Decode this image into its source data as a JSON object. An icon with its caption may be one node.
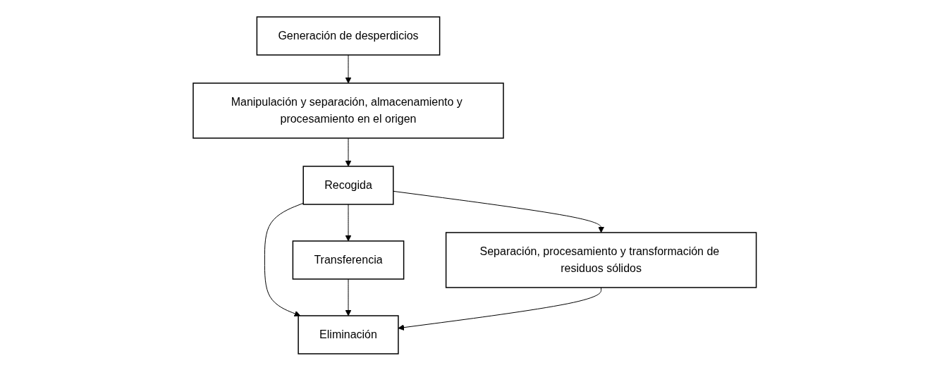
{
  "diagram": {
    "nodes": [
      {
        "text": [
          "Generación de desperdicios"
        ]
      },
      {
        "text": [
          "Manipulación y separación, almacenamiento y procesamiento en el origen"
        ]
      },
      {
        "text": [
          "Recogida"
        ]
      },
      {
        "text": [
          "Transferencia"
        ]
      },
      {
        "text": [
          "Separación, procesamiento y transformación de residuos sólidos"
        ]
      },
      {
        "text": [
          "Eliminación"
        ]
      }
    ],
    "edges": [
      {
        "from": 0,
        "to": 1,
        "arrow": "to"
      },
      {
        "from": 1,
        "to": 2,
        "arrow": "to"
      },
      {
        "from": 2,
        "to": 3,
        "arrow": "to"
      },
      {
        "from": 2,
        "to": 4,
        "arrow": "to"
      },
      {
        "from": 2,
        "to": 5,
        "arrow": "to"
      },
      {
        "from": 3,
        "to": 5,
        "arrow": "to"
      },
      {
        "from": 4,
        "to": 5,
        "arrow": "to"
      }
    ]
  }
}
